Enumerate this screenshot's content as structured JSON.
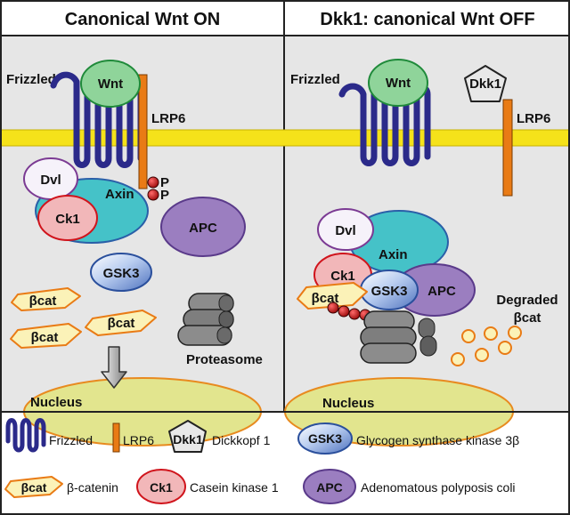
{
  "panels": {
    "left_title": "Canonical Wnt ON",
    "right_title": "Dkk1: canonical Wnt OFF"
  },
  "labels": {
    "frizzled": "Frizzled",
    "wnt": "Wnt",
    "lrp6": "LRP6",
    "dkk1": "Dkk1",
    "dvl": "Dvl",
    "axin": "Axin",
    "ck1": "Ck1",
    "apc": "APC",
    "gsk3": "GSK3",
    "bcat": "βcat",
    "phospho": "P",
    "proteasome": "Proteasome",
    "nucleus": "Nucleus",
    "degraded_1": "Degraded",
    "degraded_2": "βcat"
  },
  "legend": {
    "frizzled": "Frizzled",
    "lrp6": "LRP6",
    "dkk1_symbol": "Dkk1",
    "dkk1_name": "Dickkopf 1",
    "gsk3_symbol": "GSK3",
    "gsk3_name": "Glycogen synthase kinase 3β",
    "bcat_symbol": "βcat",
    "bcat_name": "β-catenin",
    "ck1_symbol": "Ck1",
    "ck1_name": "Casein kinase 1",
    "apc_symbol": "APC",
    "apc_name": "Adenomatous polyposis coli"
  },
  "colors": {
    "membrane": "#f5e21a",
    "frizzled": "#2b2a8a",
    "lrp6": "#e97b15",
    "wnt": "#8fd49a",
    "axin": "#45c2c8",
    "ck1": "#f2b7b9",
    "apc": "#9b7ec0",
    "gsk3": "#7d9ed8",
    "bcat": "#fbf2b8",
    "nucleus": "#e2e58e",
    "proteasome": "#8c8c8c"
  }
}
